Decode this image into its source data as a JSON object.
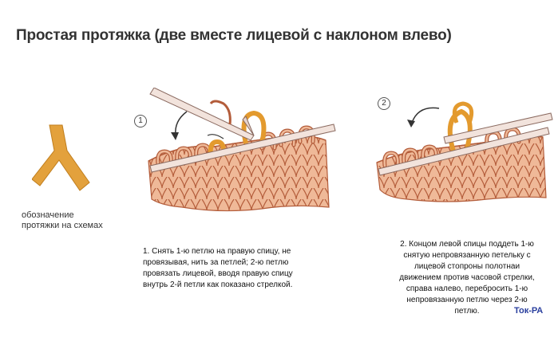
{
  "title": "Простая  протяжка (две вместе лицевой с наклоном влево)",
  "symbol": {
    "caption_line1": "обозначение",
    "caption_line2": "протяжки на схемах",
    "color": "#e3a13c"
  },
  "steps": [
    {
      "number": "1",
      "lines": [
        "1. Снять 1-ю петлю на правую спицу, не",
        "провязывая, нить за петлей;  2-ю петлю",
        "провязать лицевой, вводя правую спицу",
        "внутрь 2-й петли  как показано стрелкой."
      ]
    },
    {
      "number": "2",
      "lines": [
        "2. Концом левой спицы поддеть  1-ю",
        "снятую непровязанную петельку с",
        "лицевой стопроны полотнаи",
        "движением против часовой стрелки,",
        "справа налево, перебросить 1-ю",
        "непровязанную петлю через 2-ю",
        "петлю."
      ]
    }
  ],
  "credit": "Ток-РА",
  "colors": {
    "yarn": "#e8a47a",
    "yarn_outline": "#b35c3a",
    "highlight_loop": "#e39a2e",
    "needle": "#f2e3dc",
    "needle_outline": "#8a6a60",
    "arrow": "#333333"
  }
}
